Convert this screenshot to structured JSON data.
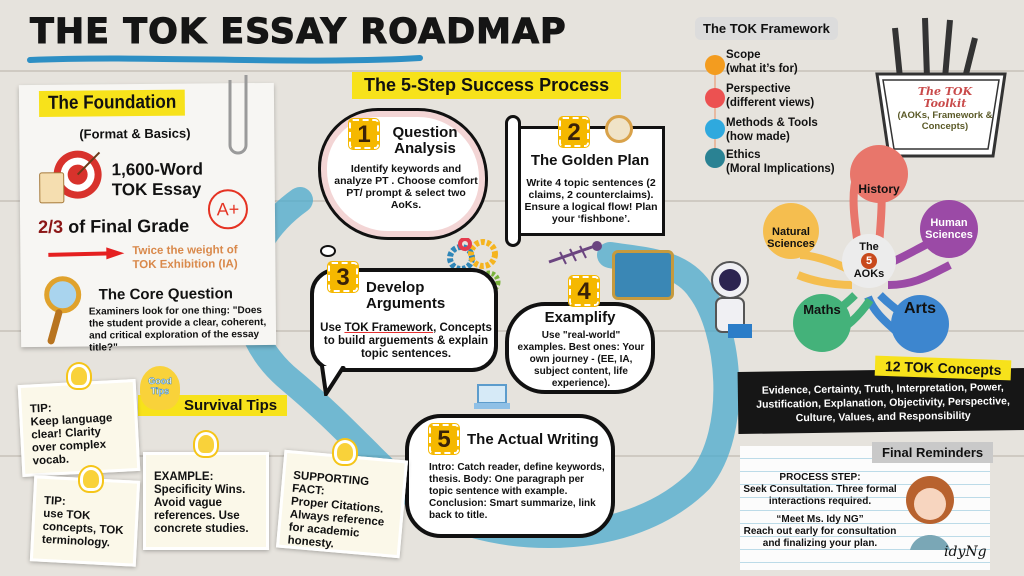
{
  "title": "THE TOK ESSAY ROADMAP",
  "foundation": {
    "label": "The Foundation",
    "subtitle": "(Format & Basics)",
    "word_count_1": "1,600-Word",
    "word_count_2": "TOK Essay",
    "grade_fraction": "2/3",
    "grade_text": "of Final Grade",
    "grade_badge": "A+",
    "weight_1": "Twice the weight of",
    "weight_2": "TOK Exhibition (IA)",
    "core_title": "The Core Question",
    "core_text": "Examiners look for one thing: \"Does the student provide a clear, coherent, and critical exploration of the essay title?\""
  },
  "process": {
    "label": "The 5-Step Success Process",
    "steps": [
      {
        "num": "1",
        "title": "Question Analysis",
        "text": "Identify keywords and analyze PT . Choose comfort PT/ prompt & select two AoKs."
      },
      {
        "num": "2",
        "title": "The Golden Plan",
        "text": "Write 4 topic sentences (2 claims, 2 counterclaims). Ensure a logical flow! Plan your ‘fishbone’."
      },
      {
        "num": "3",
        "title": "Develop Arguments",
        "text_a": "Use ",
        "text_link": "TOK Framework",
        "text_b": ", Concepts to build arguements & explain topic sentences."
      },
      {
        "num": "4",
        "title": "Examplify",
        "text": "Use \"real-world\" examples. Best ones: Your own journey - (EE, IA, subject content, life experience)."
      },
      {
        "num": "5",
        "title": "The Actual Writing",
        "text": "Intro: Catch reader, define keywords, thesis. Body: One paragraph per topic sentence with example. Conclusion: Smart summarize, link back to title."
      }
    ]
  },
  "framework": {
    "label": "The TOK Framework",
    "items": [
      {
        "name": "Scope",
        "desc": "(what it’s for)",
        "color": "#f39c1f"
      },
      {
        "name": "Perspective",
        "desc": "(different views)",
        "color": "#ec5151"
      },
      {
        "name": "Methods & Tools",
        "desc": "(how made)",
        "color": "#2fa9de"
      },
      {
        "name": "Ethics",
        "desc": "(Moral Implications)",
        "color": "#2a8293"
      }
    ]
  },
  "toolkit": {
    "title_1": "The TOK",
    "title_2": "Toolkit",
    "sub": "(AOKs, Framework & Concepts)"
  },
  "aoks": {
    "center_1": "The",
    "center_num": "5",
    "center_2": "AOKs",
    "items": [
      {
        "name": "History",
        "color": "#e8766b"
      },
      {
        "name": "Human Sciences",
        "color": "#9b4aa6"
      },
      {
        "name": "Arts",
        "color": "#3d86cf"
      },
      {
        "name": "Maths",
        "color": "#44b27a"
      },
      {
        "name": "Natural Sciences",
        "color": "#f5be4f"
      }
    ]
  },
  "concepts": {
    "label": "12 TOK Concepts",
    "text": "Evidence, Certainty, Truth, Interpretation, Power, Justification, Explanation, Objectivity, Perspective, Culture, Values, and Responsibility"
  },
  "reminders": {
    "label": "Final Reminders",
    "step_label": "PROCESS STEP:",
    "step_text": "Seek Consultation. Three formal interactions required.",
    "meet": "“Meet Ms. Idy NG”",
    "meet_text": "Reach out early for consultation and finalizing your plan.",
    "signature": "idyNg"
  },
  "survival": {
    "label": "Survival Tips",
    "badge": "Good Tips",
    "tips": [
      {
        "head": "TIP:",
        "text": "Keep language clear! Clarity over complex vocab."
      },
      {
        "head": "TIP:",
        "text": "use TOK concepts, TOK terminology."
      },
      {
        "head": "EXAMPLE:",
        "text": "Specificity Wins. Avoid vague references. Use concrete studies."
      },
      {
        "head": "SUPPORTING FACT:",
        "text": "Proper Citations. Always reference for academic honesty."
      }
    ]
  }
}
